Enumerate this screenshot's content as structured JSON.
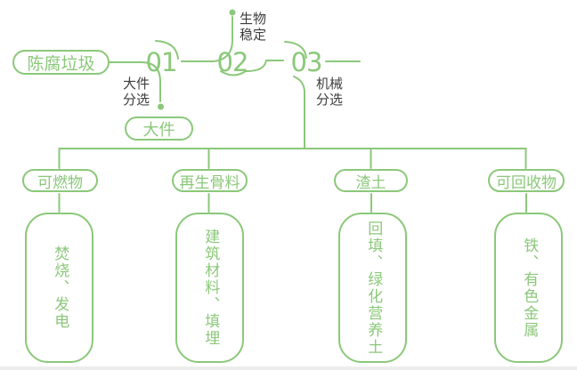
{
  "palette": {
    "green": "#8bc87a",
    "label_text": "#3d3d3d",
    "background": "#ffffff"
  },
  "source": {
    "label": "陈腐垃圾"
  },
  "stages": [
    {
      "number": "01",
      "side_label": "大件分选",
      "output_label": "大件"
    },
    {
      "number": "02",
      "side_label": "生物稳定"
    },
    {
      "number": "03",
      "side_label": "机械分选"
    }
  ],
  "branches": [
    {
      "category": "可燃物",
      "result": "焚烧、发电"
    },
    {
      "category": "再生骨料",
      "result": "建筑材料、填埋"
    },
    {
      "category": "渣土",
      "result": "回填、绿化营养土"
    },
    {
      "category": "可回收物",
      "result": "铁、有色金属"
    }
  ]
}
